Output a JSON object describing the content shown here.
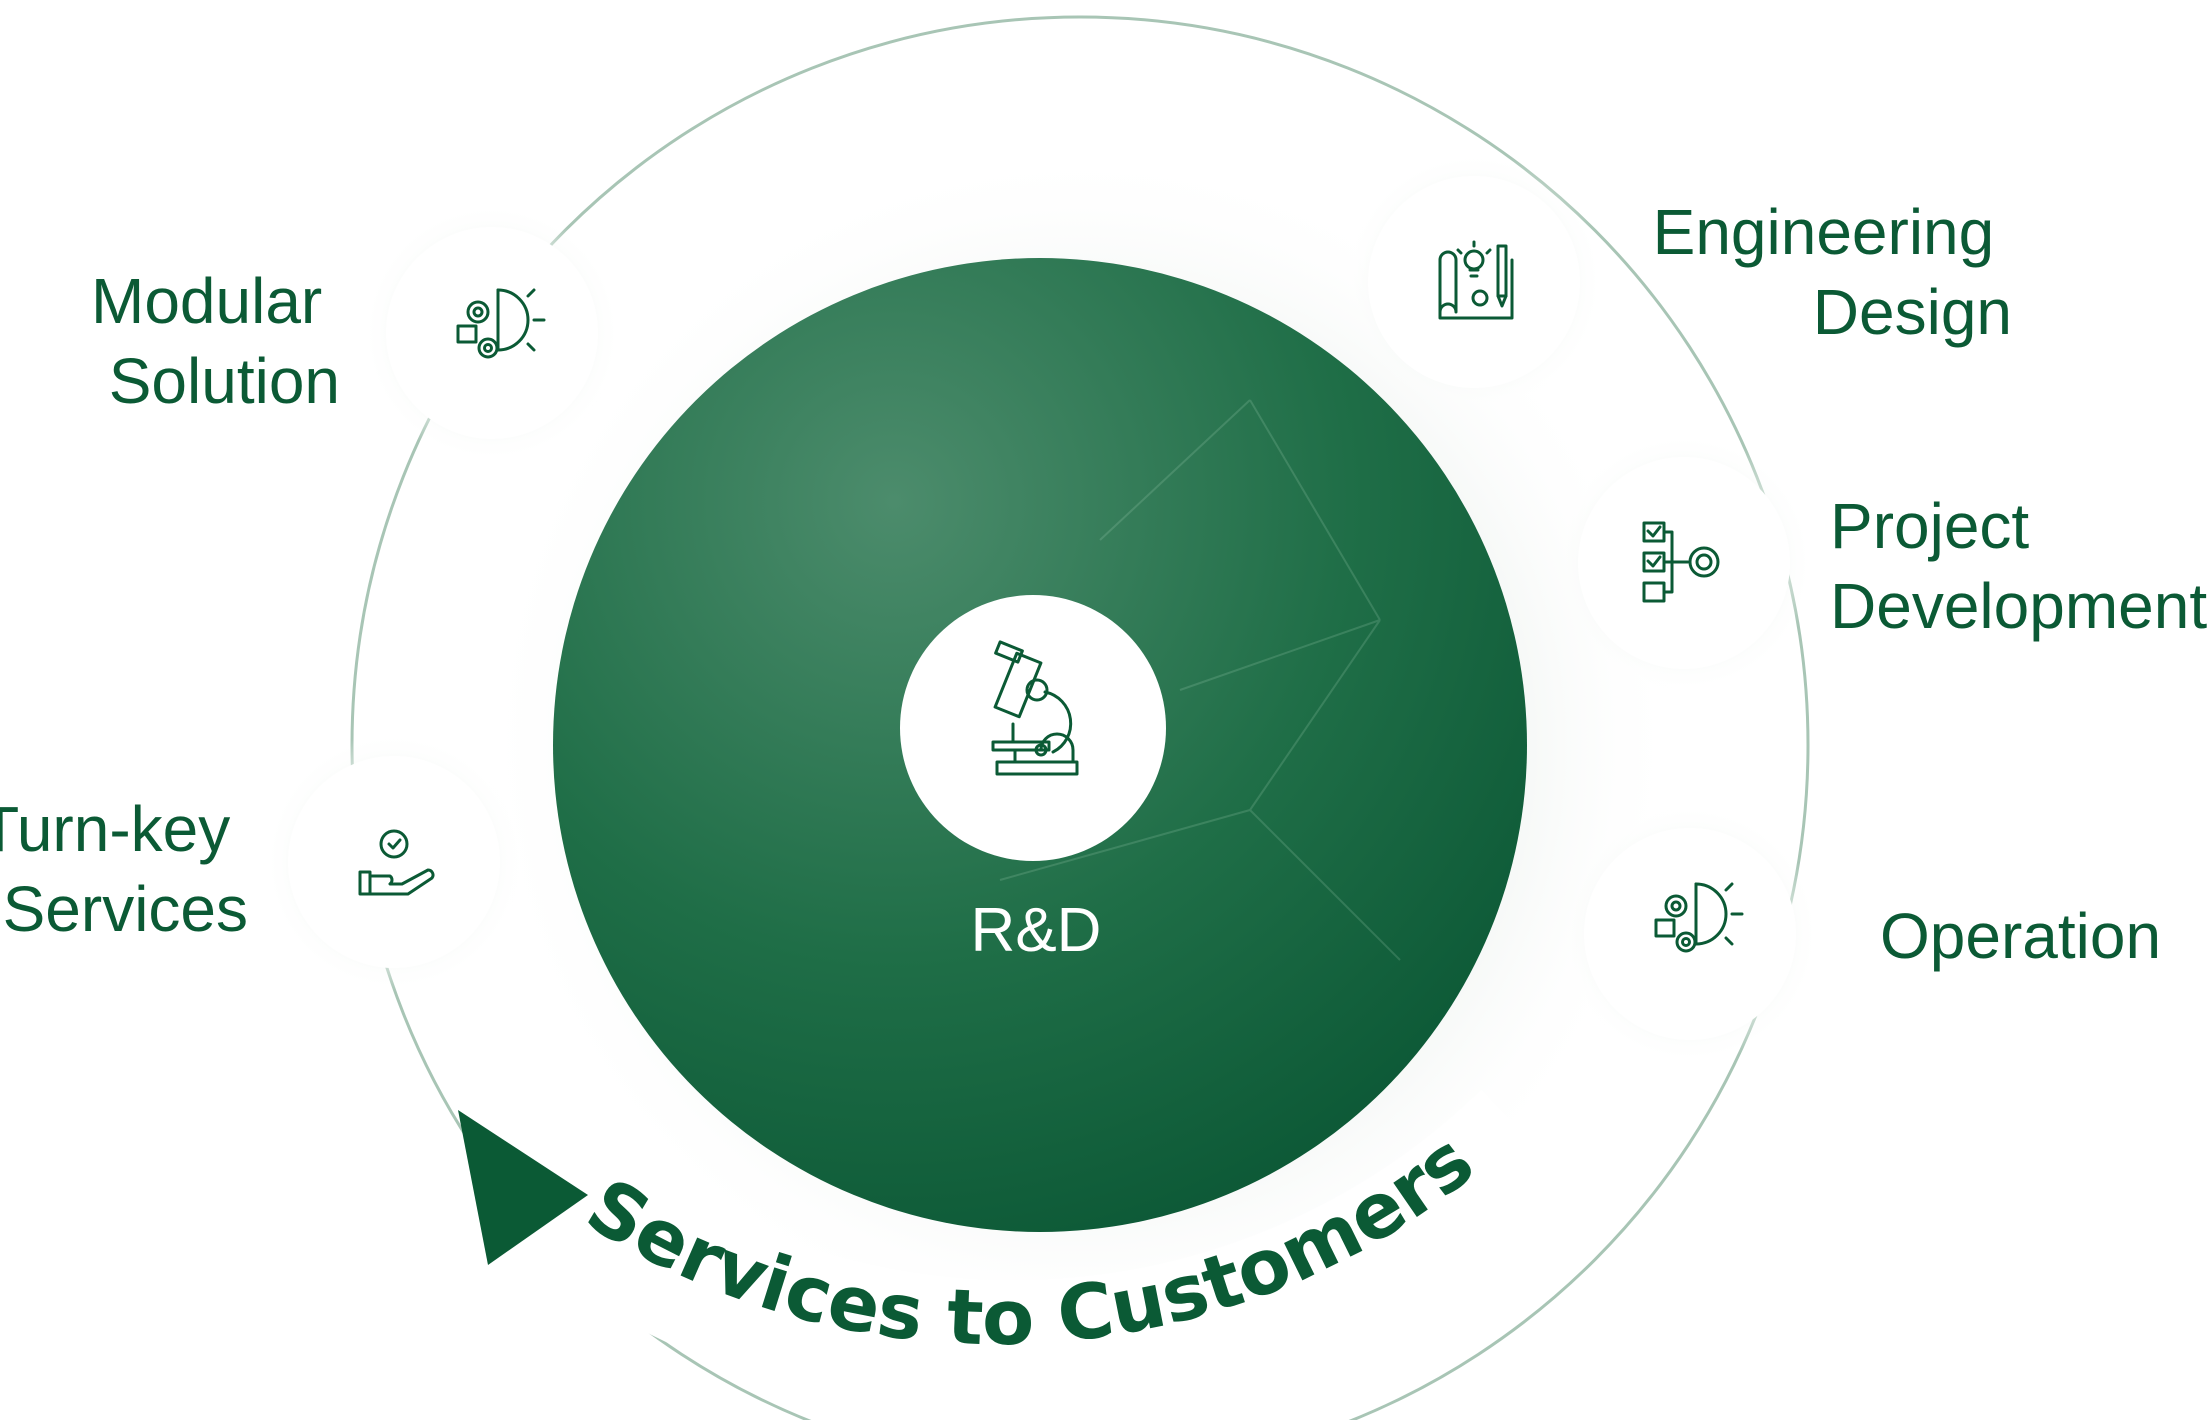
{
  "diagram": {
    "center": {
      "label": "R&D",
      "icon": "microscope-icon"
    },
    "nodes": [
      {
        "id": "modular-solution",
        "lines": [
          "Modular",
          "Solution"
        ],
        "icon": "gear-bulb-icon"
      },
      {
        "id": "engineering-design",
        "lines": [
          "Engineering",
          "Design"
        ],
        "icon": "blueprint-icon"
      },
      {
        "id": "project-development",
        "lines": [
          "Project",
          "Development"
        ],
        "icon": "checklist-gear-icon"
      },
      {
        "id": "operation",
        "lines": [
          "Operation"
        ],
        "icon": "gear-bulb-icon"
      },
      {
        "id": "turn-key-services",
        "lines": [
          "Turn-key",
          "Services"
        ],
        "icon": "hand-gear-icon"
      }
    ],
    "cycle_label": "Services to Customers"
  },
  "colors": {
    "brand_green": "#0b5a35",
    "center_fill_dark": "#0a5a35",
    "center_fill_light": "#4a8a6a",
    "ring_line": "#a8c5b5",
    "node_fill": "#ffffff"
  }
}
